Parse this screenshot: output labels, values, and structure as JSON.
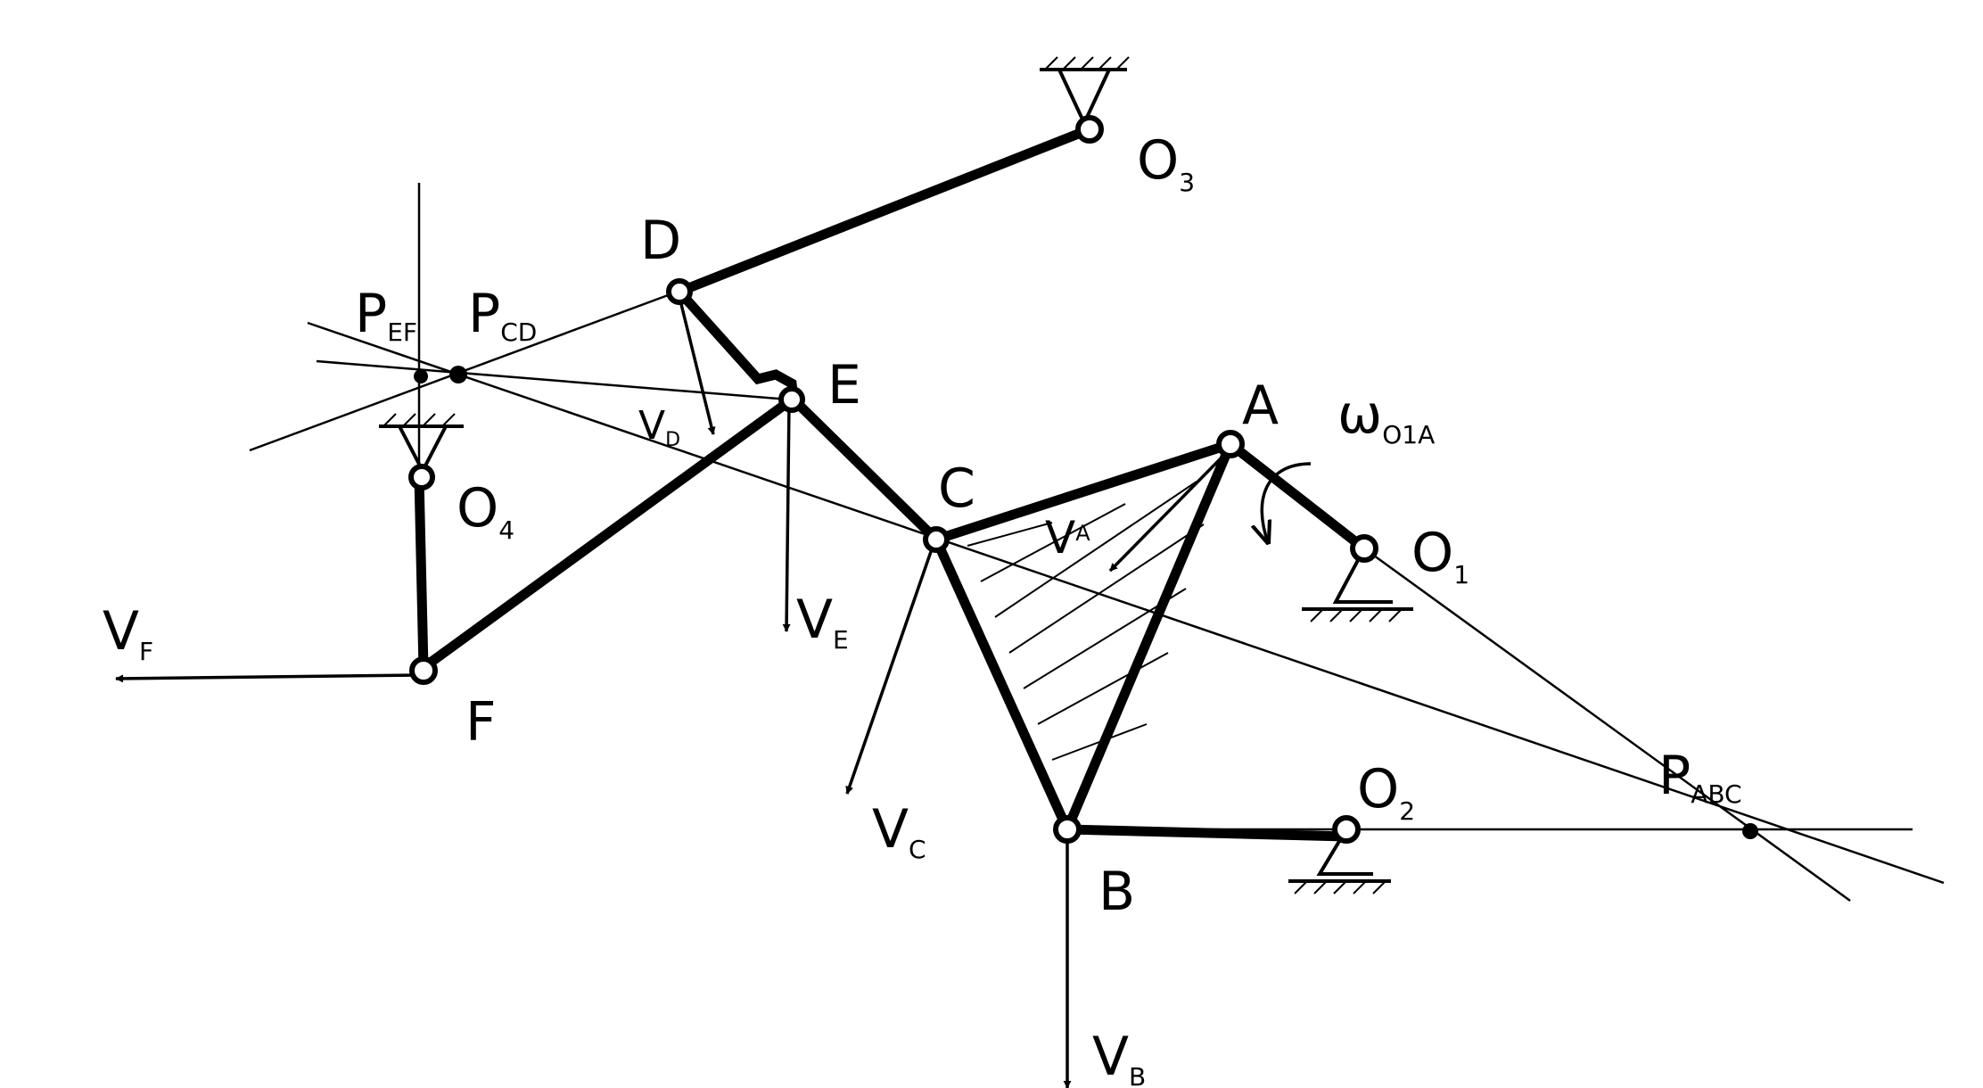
{
  "points": {
    "O1": {
      "label": "O",
      "sub": "1"
    },
    "O2": {
      "label": "O",
      "sub": "2"
    },
    "O3": {
      "label": "O",
      "sub": "3"
    },
    "O4": {
      "label": "O",
      "sub": "4"
    },
    "A": {
      "label": "A"
    },
    "B": {
      "label": "B"
    },
    "C": {
      "label": "C"
    },
    "D": {
      "label": "D"
    },
    "E": {
      "label": "E"
    },
    "F": {
      "label": "F"
    }
  },
  "centers": {
    "P_ABC": {
      "label": "P",
      "sub": "ABC"
    },
    "P_CD": {
      "label": "P",
      "sub": "CD"
    },
    "P_EF": {
      "label": "P",
      "sub": "EF"
    }
  },
  "vectors": {
    "V_A": {
      "label": "V",
      "sub": "A"
    },
    "V_B": {
      "label": "V",
      "sub": "B"
    },
    "V_C": {
      "label": "V",
      "sub": "C"
    },
    "V_D": {
      "label": "V",
      "sub": "D"
    },
    "V_E": {
      "label": "V",
      "sub": "E"
    },
    "V_F": {
      "label": "V",
      "sub": "F"
    }
  },
  "angular_velocity": {
    "label": "ω",
    "sub": "O1A"
  }
}
